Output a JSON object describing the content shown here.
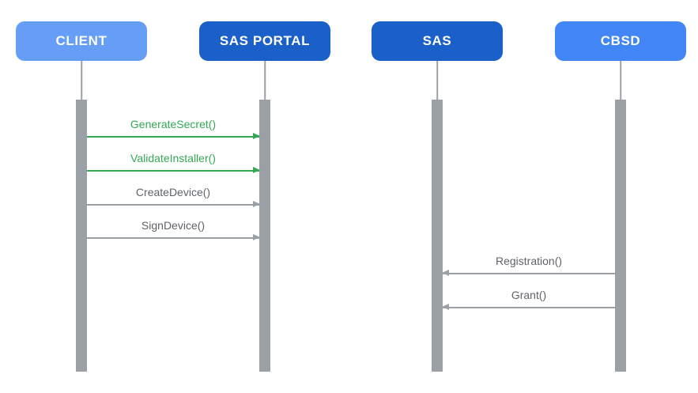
{
  "diagram": {
    "type": "sequence-diagram",
    "actors": [
      {
        "id": "client",
        "label": "CLIENT",
        "color": "#669DF6"
      },
      {
        "id": "sas-portal",
        "label": "SAS PORTAL",
        "color": "#1B5FC8"
      },
      {
        "id": "sas",
        "label": "SAS",
        "color": "#1B5FC8"
      },
      {
        "id": "cbsd",
        "label": "CBSD",
        "color": "#4285F4"
      }
    ],
    "messages": [
      {
        "label": "GenerateSecret()",
        "from": "client",
        "to": "sas-portal",
        "direction": "right",
        "color": "#34A853"
      },
      {
        "label": "ValidateInstaller()",
        "from": "client",
        "to": "sas-portal",
        "direction": "right",
        "color": "#34A853"
      },
      {
        "label": "CreateDevice()",
        "from": "client",
        "to": "sas-portal",
        "direction": "right",
        "color": "#9AA0A6"
      },
      {
        "label": "SignDevice()",
        "from": "client",
        "to": "sas-portal",
        "direction": "right",
        "color": "#9AA0A6"
      },
      {
        "label": "Registration()",
        "from": "cbsd",
        "to": "sas",
        "direction": "left",
        "color": "#9AA0A6"
      },
      {
        "label": "Grant()",
        "from": "cbsd",
        "to": "sas",
        "direction": "left",
        "color": "#9AA0A6"
      }
    ],
    "colors": {
      "activation_bar": "#9AA0A6",
      "gray_label": "#5F6368",
      "green": "#34A853",
      "light_blue": "#669DF6",
      "dark_blue": "#1B5FC8",
      "mid_blue": "#4285F4"
    }
  }
}
